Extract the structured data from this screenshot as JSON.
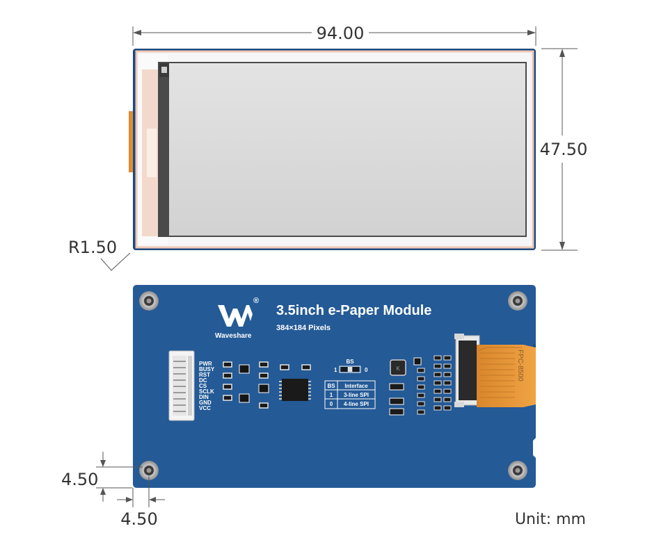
{
  "dimensions": {
    "width": "94.00",
    "height": "47.50",
    "corner_radius": "R1.50",
    "hole_offset_y": "4.50",
    "hole_offset_x": "4.50"
  },
  "unit_label": "Unit: mm",
  "board": {
    "brand_name": "Waveshare",
    "trademark": "®",
    "title": "3.5inch e-Paper Module",
    "subtitle": "384×184 Pixels",
    "pins": [
      "PWR",
      "BUSY",
      "RST",
      "DC",
      "CS",
      "SCLK",
      "DIN",
      "GND",
      "VCC"
    ],
    "bs_switch": {
      "label": "BS",
      "left": "1",
      "right": "0"
    },
    "interface_table": {
      "headers": [
        "BS",
        "Interface"
      ],
      "rows": [
        [
          "1",
          "3-line SPI"
        ],
        [
          "0",
          "4-line SPI"
        ]
      ]
    },
    "fpc_label": "FPC-8500",
    "component_mark": "K"
  },
  "colors": {
    "pcb_blue": "#245a96",
    "frame_blue": "#1c4a80",
    "screen_gray": "#dadada",
    "fpc_orange": "#e89a3a"
  }
}
